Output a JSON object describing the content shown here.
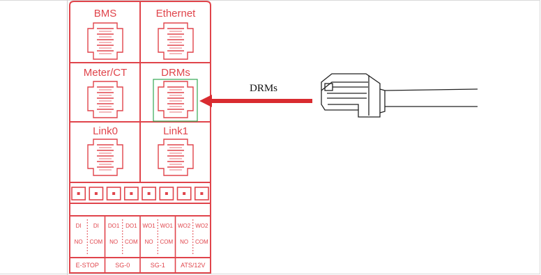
{
  "colors": {
    "panel": "#e0444b",
    "arrow": "#d92b30",
    "highlight": "#34a853",
    "cable": "#222222"
  },
  "ports": [
    {
      "label": "BMS"
    },
    {
      "label": "Ethernet"
    },
    {
      "label": "Meter/CT"
    },
    {
      "label": "DRMs",
      "highlighted": true
    },
    {
      "label": "Link0"
    },
    {
      "label": "Link1"
    }
  ],
  "terminals": [
    {
      "top": "DI",
      "bottom": "NO"
    },
    {
      "top": "DI",
      "bottom": "COM"
    },
    {
      "top": "DO1",
      "bottom": "NO"
    },
    {
      "top": "DO1",
      "bottom": "COM"
    },
    {
      "top": "WO1",
      "bottom": "NO"
    },
    {
      "top": "WO1",
      "bottom": "COM"
    },
    {
      "top": "WO2",
      "bottom": "NO"
    },
    {
      "top": "WO2",
      "bottom": "COM"
    }
  ],
  "groups": [
    "E-STOP",
    "SG-0",
    "SG-1",
    "ATS/12V"
  ],
  "cable": {
    "label": "DRMs",
    "icon": "rj45-plug-icon"
  },
  "arrow": {
    "direction": "left",
    "icon": "arrow-left-icon"
  }
}
